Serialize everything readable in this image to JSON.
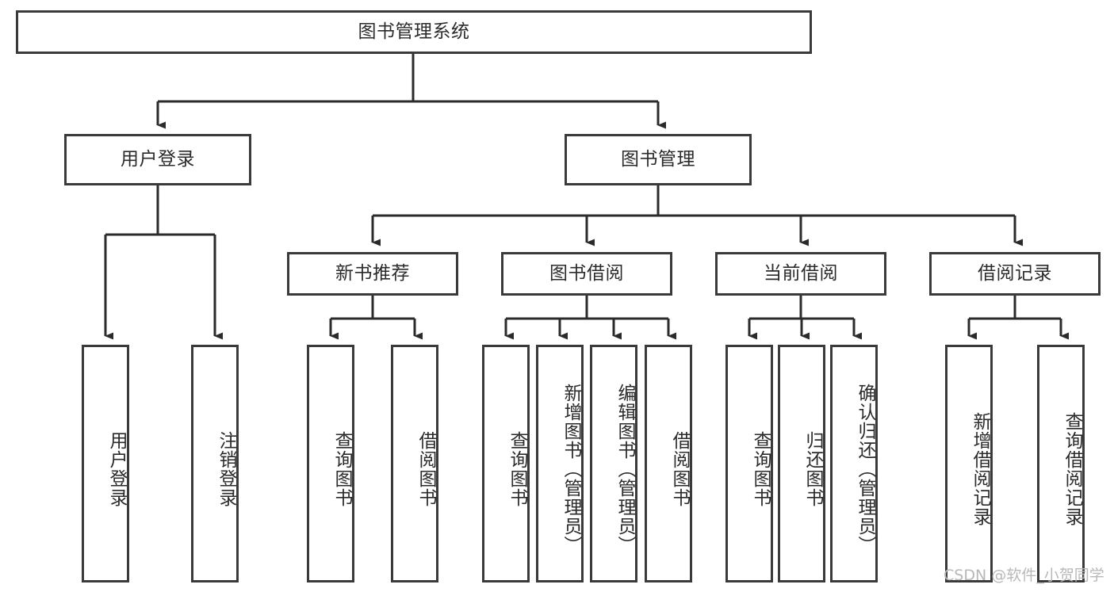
{
  "diagram": {
    "type": "tree",
    "title": "图书管理系统",
    "orientation": "top-down",
    "style": {
      "box_border_color": "#3a3a3a",
      "box_fill_color": "#ffffff",
      "edge_color": "#2b2b2b",
      "text_color": "#2b2b2b",
      "background_color": "#ffffff"
    },
    "nodes": {
      "root": {
        "label": "图书管理系统",
        "level": 0,
        "text_direction": "horizontal"
      },
      "user_login": {
        "label": "用户登录",
        "level": 1,
        "text_direction": "horizontal"
      },
      "book_manage": {
        "label": "图书管理",
        "level": 1,
        "text_direction": "horizontal"
      },
      "new_book_rec": {
        "label": "新书推荐",
        "level": 2,
        "text_direction": "horizontal"
      },
      "book_borrow": {
        "label": "图书借阅",
        "level": 2,
        "text_direction": "horizontal"
      },
      "current_borrow": {
        "label": "当前借阅",
        "level": 2,
        "text_direction": "horizontal"
      },
      "borrow_record": {
        "label": "借阅记录",
        "level": 2,
        "text_direction": "horizontal"
      },
      "leaf_user_login": {
        "label": "用户登录",
        "level": 3,
        "text_direction": "vertical"
      },
      "leaf_logout": {
        "label": "注销登录",
        "level": 3,
        "text_direction": "vertical"
      },
      "leaf_query_book_1": {
        "label": "查询图书",
        "level": 3,
        "text_direction": "vertical"
      },
      "leaf_borrow_book_1": {
        "label": "借阅图书",
        "level": 3,
        "text_direction": "vertical"
      },
      "leaf_query_book_2": {
        "label": "查询图书",
        "level": 3,
        "text_direction": "vertical"
      },
      "leaf_add_book": {
        "label": "新增图书（管理员）",
        "level": 3,
        "text_direction": "vertical"
      },
      "leaf_edit_book": {
        "label": "编辑图书（管理员）",
        "level": 3,
        "text_direction": "vertical"
      },
      "leaf_borrow_book_2": {
        "label": "借阅图书",
        "level": 3,
        "text_direction": "vertical"
      },
      "leaf_query_book_3": {
        "label": "查询图书",
        "level": 3,
        "text_direction": "vertical"
      },
      "leaf_return_book": {
        "label": "归还图书",
        "level": 3,
        "text_direction": "vertical"
      },
      "leaf_confirm_return": {
        "label": "确认归还（管理员）",
        "level": 3,
        "text_direction": "vertical"
      },
      "leaf_add_record": {
        "label": "新增借阅记录",
        "level": 3,
        "text_direction": "vertical"
      },
      "leaf_query_record": {
        "label": "查询借阅记录",
        "level": 3,
        "text_direction": "vertical"
      }
    },
    "edges": [
      {
        "from": "root",
        "to": "user_login"
      },
      {
        "from": "root",
        "to": "book_manage"
      },
      {
        "from": "user_login",
        "to": "leaf_user_login"
      },
      {
        "from": "user_login",
        "to": "leaf_logout"
      },
      {
        "from": "book_manage",
        "to": "new_book_rec"
      },
      {
        "from": "book_manage",
        "to": "book_borrow"
      },
      {
        "from": "book_manage",
        "to": "current_borrow"
      },
      {
        "from": "book_manage",
        "to": "borrow_record"
      },
      {
        "from": "new_book_rec",
        "to": "leaf_query_book_1"
      },
      {
        "from": "new_book_rec",
        "to": "leaf_borrow_book_1"
      },
      {
        "from": "book_borrow",
        "to": "leaf_query_book_2"
      },
      {
        "from": "book_borrow",
        "to": "leaf_add_book"
      },
      {
        "from": "book_borrow",
        "to": "leaf_edit_book"
      },
      {
        "from": "book_borrow",
        "to": "leaf_borrow_book_2"
      },
      {
        "from": "current_borrow",
        "to": "leaf_query_book_3"
      },
      {
        "from": "current_borrow",
        "to": "leaf_return_book"
      },
      {
        "from": "current_borrow",
        "to": "leaf_confirm_return"
      },
      {
        "from": "borrow_record",
        "to": "leaf_add_record"
      },
      {
        "from": "borrow_record",
        "to": "leaf_query_record"
      }
    ]
  },
  "watermark": {
    "text": "CSDN @软件_小贺同学"
  }
}
